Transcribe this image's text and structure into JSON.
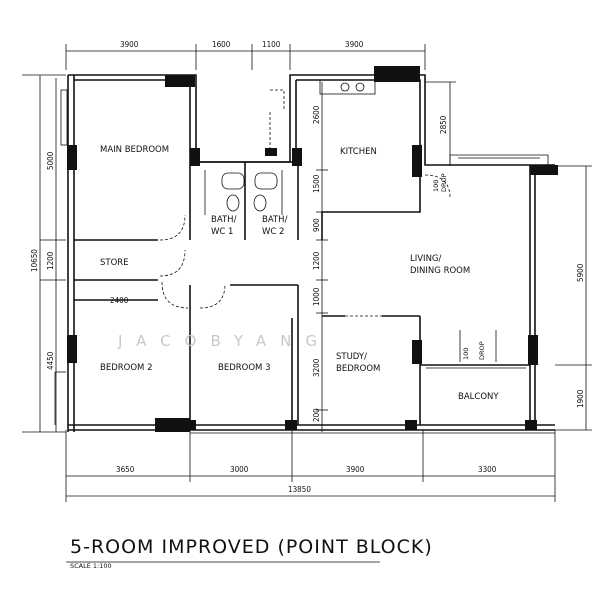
{
  "rooms": {
    "main_bedroom": "MAIN BEDROOM",
    "kitchen": "KITCHEN",
    "bath1_a": "BATH/",
    "bath1_b": "WC 1",
    "bath2_a": "BATH/",
    "bath2_b": "WC 2",
    "store": "STORE",
    "living_a": "LIVING/",
    "living_b": "DINING ROOM",
    "bedroom2": "BEDROOM 2",
    "bedroom3": "BEDROOM 3",
    "study_a": "STUDY/",
    "study_b": "BEDROOM",
    "balcony": "BALCONY"
  },
  "drop_labels": {
    "kitchen_a": "100",
    "kitchen_b": "DROP",
    "balcony_a": "100",
    "balcony_b": "DROP"
  },
  "dimensions": {
    "top": [
      "3900",
      "1600",
      "1100",
      "3900"
    ],
    "bottom": [
      "3650",
      "3000",
      "3900",
      "3300"
    ],
    "bottom_total": "13850",
    "left_total": "10650",
    "left": [
      "5000",
      "1200",
      "4450"
    ],
    "store_width": "2400",
    "middle": [
      "2600",
      "1500",
      "900",
      "1200",
      "1000",
      "3200",
      "200"
    ],
    "right_upper": "2850",
    "right": [
      "5900",
      "1900"
    ]
  },
  "watermark": "JACOBYANG",
  "title": "5-ROOM IMPROVED (POINT BLOCK)",
  "scale": "SCALE 1:100"
}
